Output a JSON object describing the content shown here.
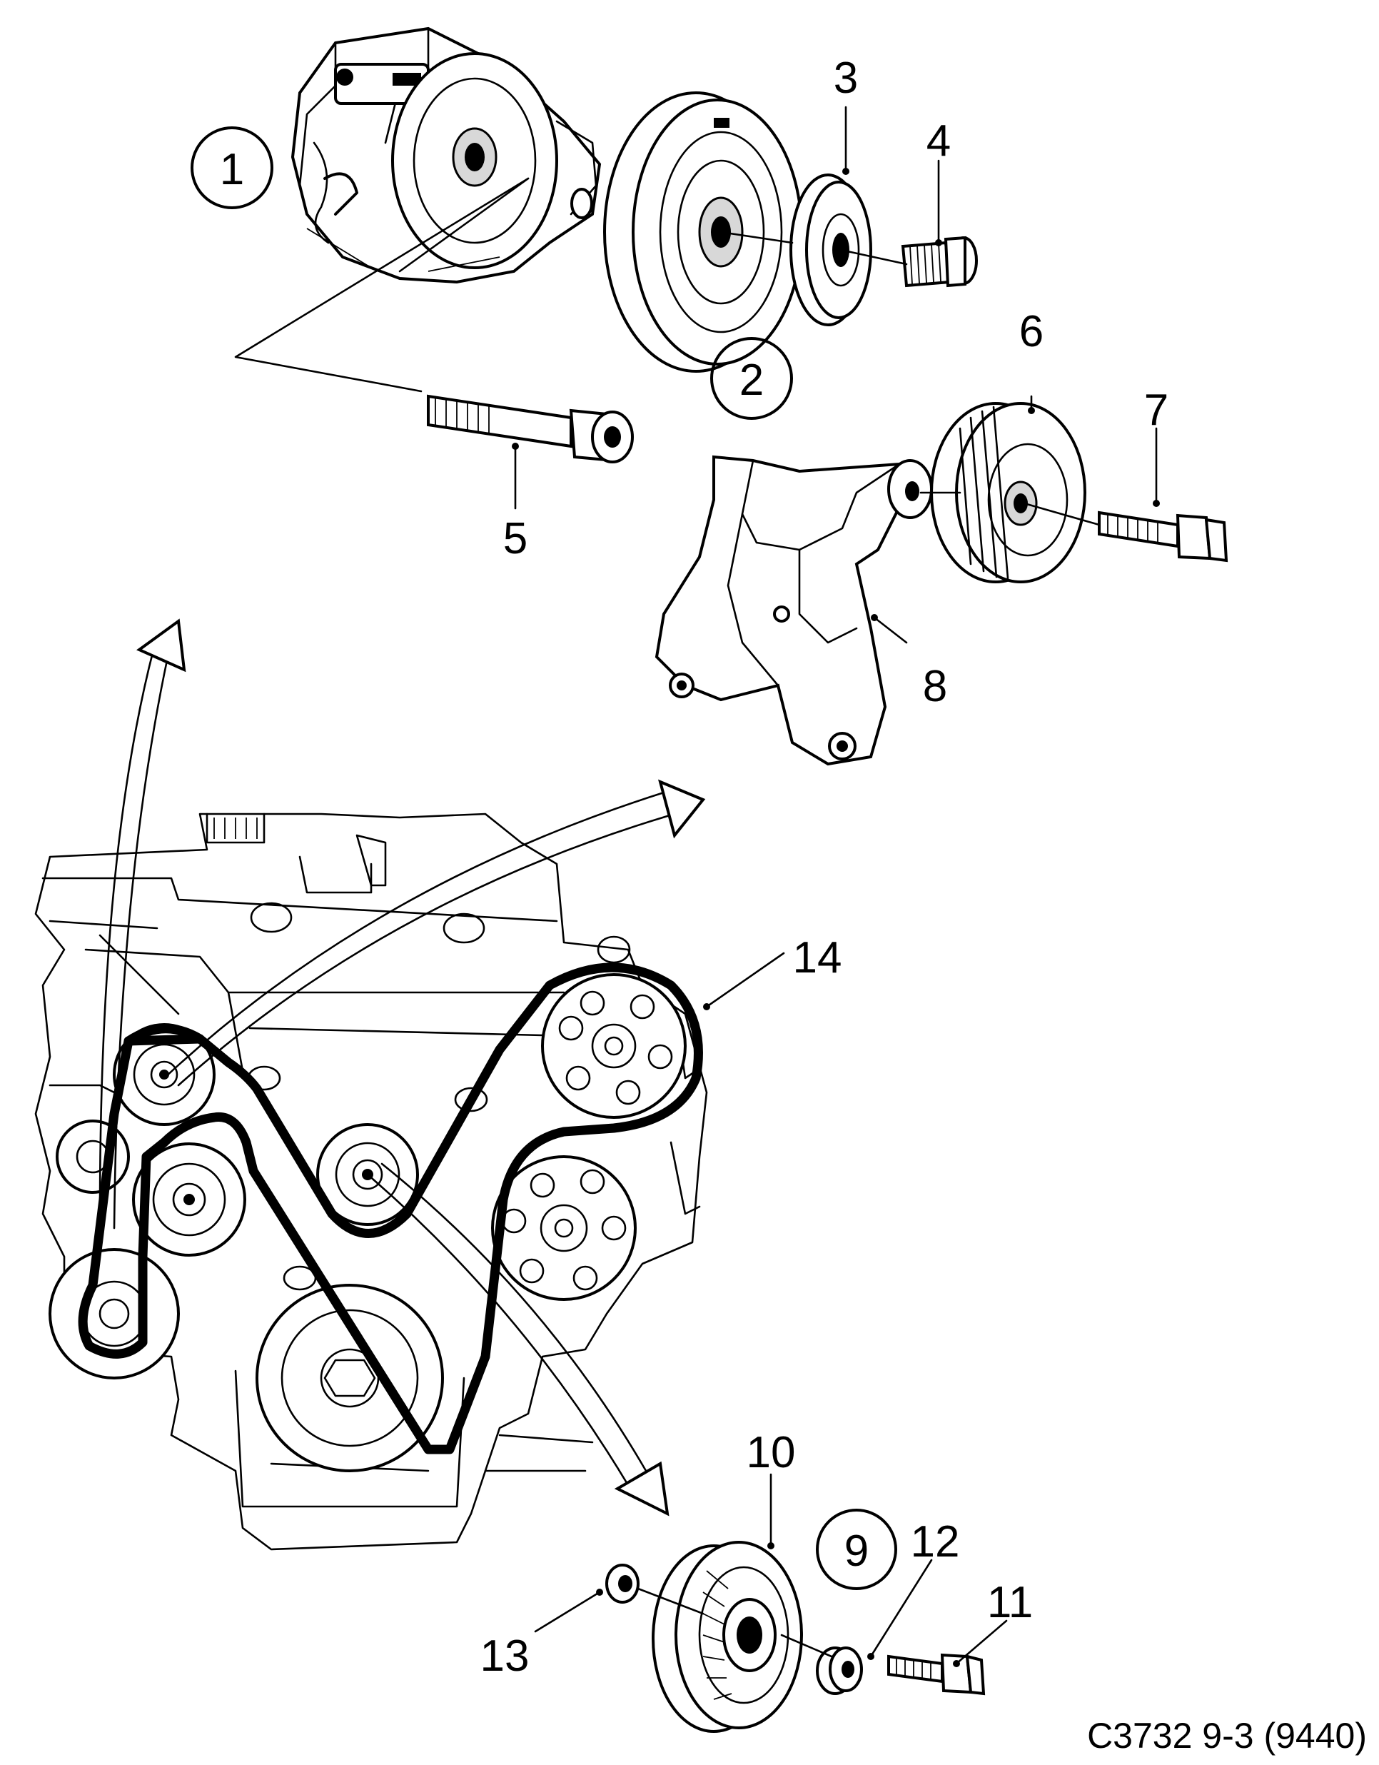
{
  "diagram": {
    "reference_code": "C3732 9-3 (9440)",
    "callouts": {
      "c1": "1",
      "c2": "2",
      "c3": "3",
      "c4": "4",
      "c5": "5",
      "c6": "6",
      "c7": "7",
      "c8": "8",
      "c9": "9",
      "c10": "10",
      "c11": "11",
      "c12": "12",
      "c13": "13",
      "c14": "14"
    }
  }
}
